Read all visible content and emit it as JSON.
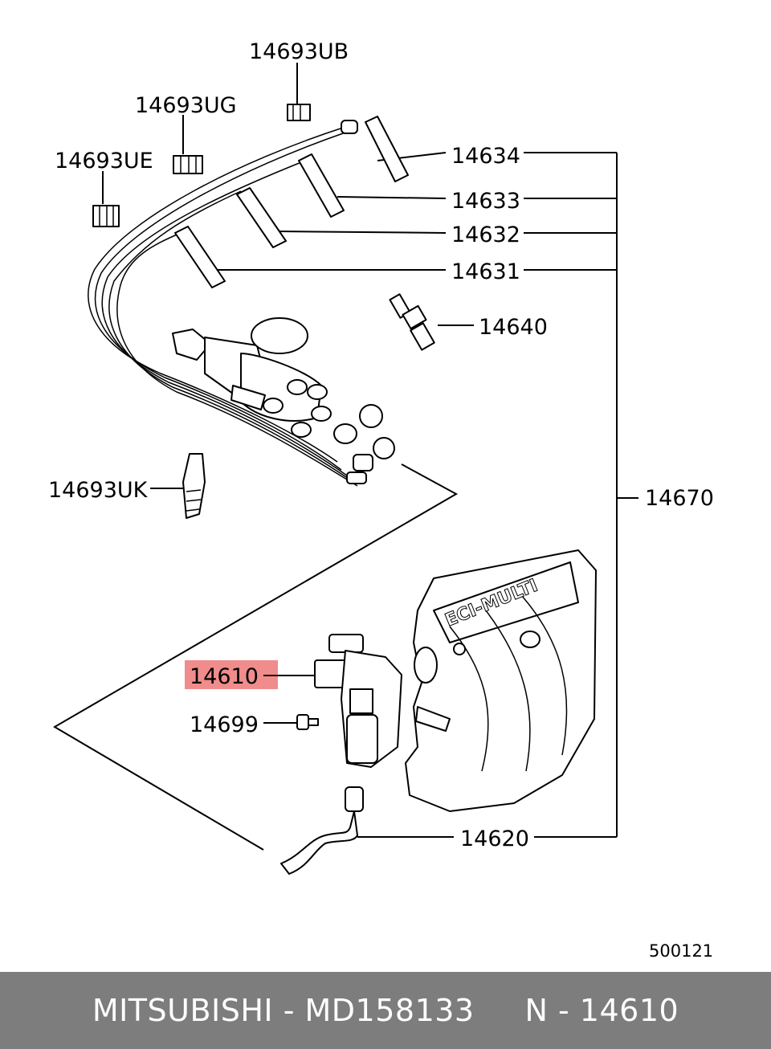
{
  "callouts": {
    "c14693UB": "14693UB",
    "c14693UG": "14693UG",
    "c14693UE": "14693UE",
    "c14634": "14634",
    "c14633": "14633",
    "c14632": "14632",
    "c14631": "14631",
    "c14640": "14640",
    "c14693UK": "14693UK",
    "c14670": "14670",
    "c14610": "14610",
    "c14699": "14699",
    "c14620": "14620"
  },
  "manifold_text": "ECI-MULTI",
  "highlight_color": "#f08c8c",
  "diagram_ref": "500121",
  "footer": {
    "text": "MITSUBISHI - MD158133     N - 14610",
    "background": "#7d7d7d",
    "color": "#ffffff"
  }
}
